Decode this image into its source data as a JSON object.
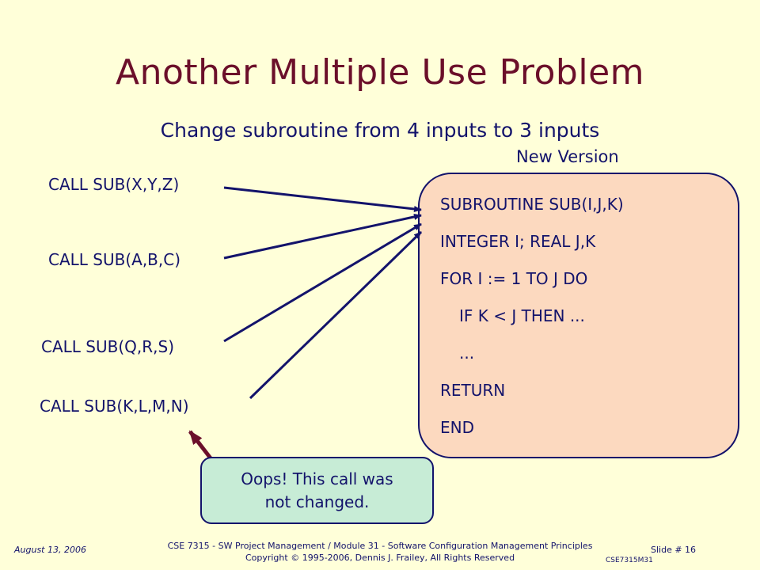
{
  "slide": {
    "title": "Another Multiple Use Problem",
    "subtitle": "Change subroutine from 4 inputs to 3 inputs",
    "version_label": "New Version"
  },
  "calls": [
    "CALL SUB(X,Y,Z)",
    "CALL SUB(A,B,C)",
    "CALL SUB(Q,R,S)",
    "CALL SUB(K,L,M,N)"
  ],
  "subroutine": {
    "lines": [
      "SUBROUTINE SUB(I,J,K)",
      "INTEGER I; REAL J,K",
      "FOR I := 1 TO J DO",
      "IF K < J THEN ...",
      "...",
      "RETURN",
      "END"
    ]
  },
  "callout": {
    "line1": "Oops! This call was",
    "line2": "not changed."
  },
  "footer": {
    "date": "August 13, 2006",
    "course_line": "CSE 7315 - SW Project Management / Module 31 - Software Configuration Management Principles",
    "copyright_line": "Copyright © 1995-2006, Dennis J. Frailey, All Rights Reserved",
    "slide_number": "Slide # 16",
    "module_code": "CSE7315M31"
  },
  "colors": {
    "background": "#ffffd9",
    "title": "#6b0f2a",
    "text": "#13136b",
    "subroutine_box": "#fcd9bf",
    "callout_box": "#c7ecd6",
    "callout_arrow": "#6b0f2a"
  }
}
